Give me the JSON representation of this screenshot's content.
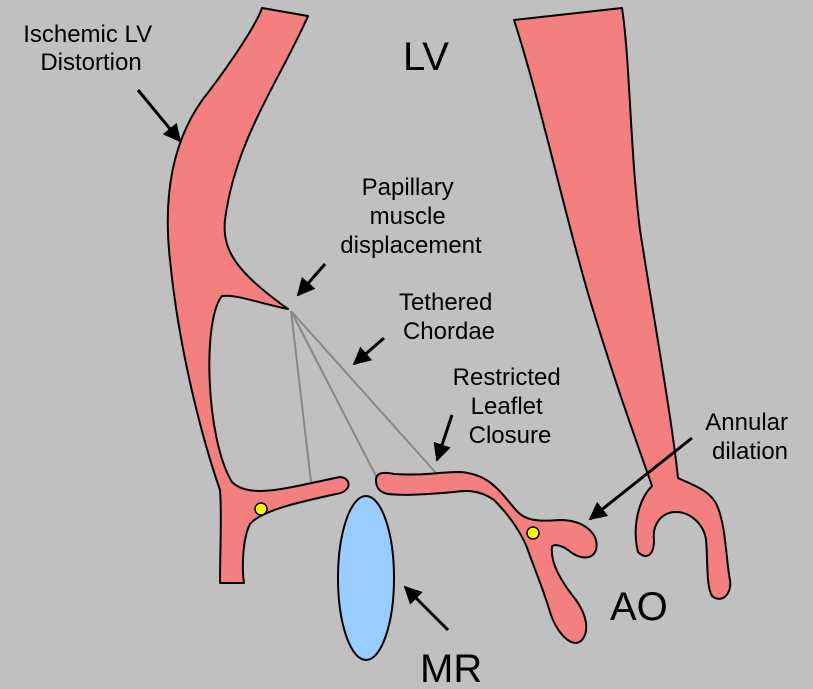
{
  "labels": {
    "ischemic_line1": "Ischemic LV",
    "ischemic_line2": "Distortion",
    "lv": "LV",
    "papillary_line1": "Papillary",
    "papillary_line2": "muscle",
    "papillary_line3": "displacement",
    "tethered_line1": "Tethered",
    "tethered_line2": "Chordae",
    "restricted_line1": "Restricted",
    "restricted_line2": "Leaflet",
    "restricted_line3": "Closure",
    "annular_line1": "Annular",
    "annular_line2": "dilation",
    "ao": "AO",
    "mr": "MR"
  },
  "colors": {
    "background": "#c0c0c0",
    "tissue": "#f47f7f",
    "regurgitant_jet": "#99ccff",
    "annulus_marker": "#ffff00",
    "chordae": "#888888"
  }
}
